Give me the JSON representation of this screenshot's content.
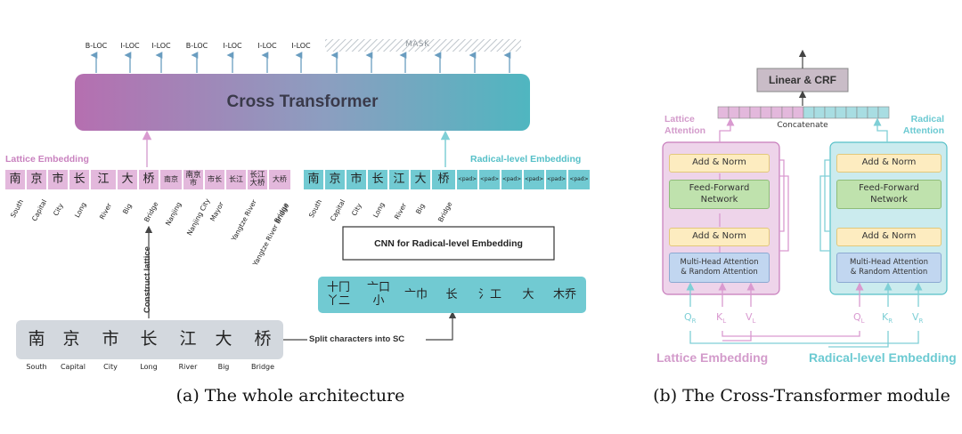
{
  "left_panel": {
    "output_tags": [
      "B-LOC",
      "I-LOC",
      "I-LOC",
      "B-LOC",
      "I-LOC",
      "I-LOC",
      "I-LOC"
    ],
    "mask_label": "MASK",
    "cross_transformer_label": "Cross Transformer",
    "lattice_title": "Lattice Embedding",
    "lattice_cells": [
      "南",
      "京",
      "市",
      "长",
      "江",
      "大",
      "桥",
      "南京",
      "南京市",
      "市长",
      "长江",
      "长江大桥",
      "大桥"
    ],
    "lattice_words": [
      "South",
      "Capital",
      "City",
      "Long",
      "River",
      "Big",
      "Bridge",
      "Nanjing",
      "Nanjing City",
      "Mayor",
      "Yangtze River",
      "Yangtze River Bridge",
      "Bridge"
    ],
    "radical_title": "Radical-level Embedding",
    "radical_cells": [
      "南",
      "京",
      "市",
      "长",
      "江",
      "大",
      "桥",
      "<pad>",
      "<pad>",
      "<pad>",
      "<pad>",
      "<pad>",
      "<pad>"
    ],
    "radical_words": [
      "South",
      "Capital",
      "City",
      "Long",
      "River",
      "Big",
      "Bridge"
    ],
    "cnn_label": "CNN for Radical-level Embedding",
    "radical_components": [
      "十冂\n丫二",
      "亠口\n小",
      "亠巾",
      "长",
      "氵工",
      "大",
      "木乔"
    ],
    "construct_label": "Construct lattice",
    "split_label": "Split characters into SC",
    "input_chars": [
      "南",
      "京",
      "市",
      "长",
      "江",
      "大",
      "桥"
    ],
    "input_words": [
      "South",
      "Capital",
      "City",
      "Long",
      "River",
      "Big",
      "Bridge"
    ],
    "caption": "(a) The whole architecture"
  },
  "right_panel": {
    "linear_crf": "Linear & CRF",
    "concatenate": "Concatenate",
    "lattice_attention": "Lattice\nAttention",
    "radical_attention": "Radical\nAttention",
    "add_norm": "Add & Norm",
    "feed_forward": "Feed-Forward\nNetwork",
    "mha": "Multi-Head Attention\n& Random Attention",
    "q_r": "Q",
    "q_r_sub": "R",
    "k_l": "K",
    "k_l_sub": "L",
    "v_l": "V",
    "v_l_sub": "L",
    "q_l": "Q",
    "q_l_sub": "L",
    "k_r": "K",
    "k_r_sub": "R",
    "v_r": "V",
    "v_r_sub": "R",
    "lattice_embedding": "Lattice Embedding",
    "radical_embedding": "Radical-level Embedding",
    "caption": "(b) The Cross-Transformer module"
  },
  "colors": {
    "lattice": "#c77bbb",
    "lattice_light": "#e3b8dc",
    "radical": "#56c0c8",
    "radical_light": "#71cad2",
    "input_gray": "#d3d8de"
  }
}
